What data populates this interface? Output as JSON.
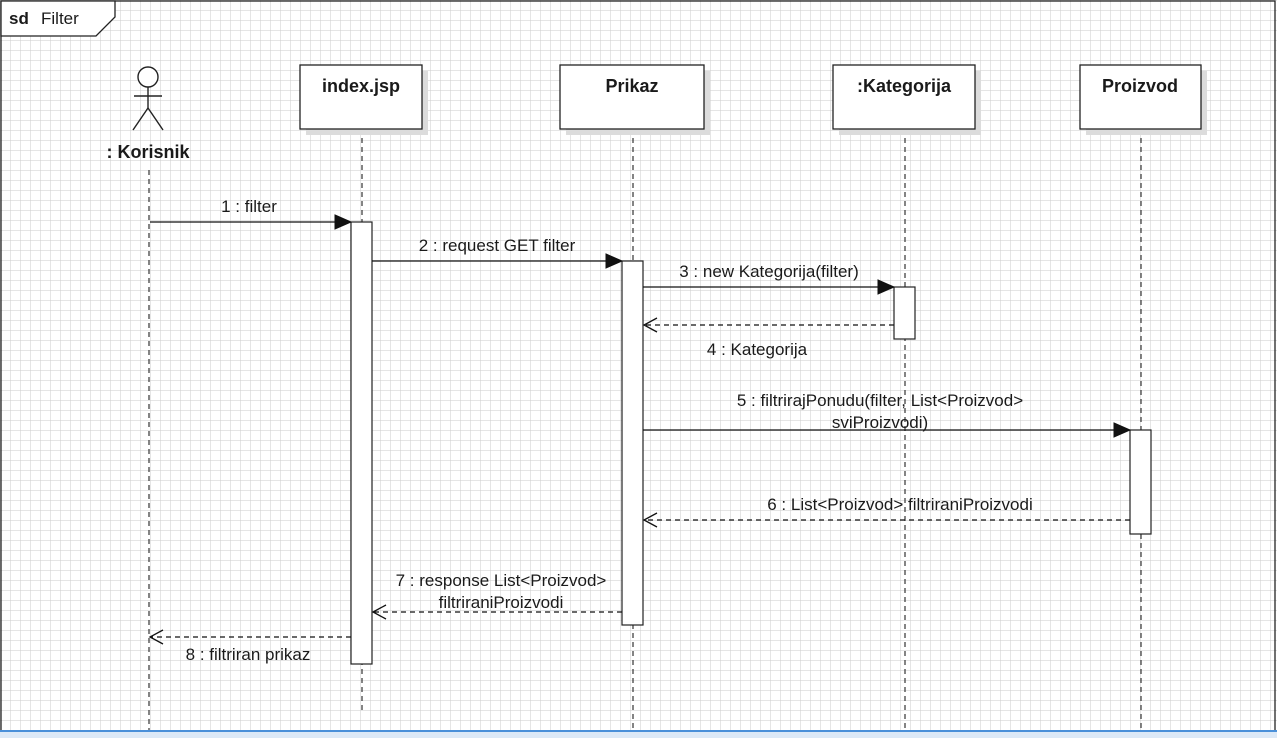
{
  "frame": {
    "keyword": "sd",
    "name": "Filter"
  },
  "participants": [
    {
      "id": "korisnik",
      "label": ": Korisnik",
      "kind": "actor"
    },
    {
      "id": "index",
      "label": "index.jsp",
      "kind": "box"
    },
    {
      "id": "prikaz",
      "label": "Prikaz",
      "kind": "box"
    },
    {
      "id": "kategorija",
      "label": ":Kategorija",
      "kind": "box"
    },
    {
      "id": "proizvod",
      "label": "Proizvod",
      "kind": "box"
    }
  ],
  "messages": [
    {
      "id": "m1",
      "lines": [
        "1 : filter"
      ],
      "type": "sync",
      "from": "korisnik",
      "to": "index"
    },
    {
      "id": "m2",
      "lines": [
        "2 : request GET filter"
      ],
      "type": "sync",
      "from": "index",
      "to": "prikaz"
    },
    {
      "id": "m3",
      "lines": [
        "3 : new Kategorija(filter)"
      ],
      "type": "sync",
      "from": "prikaz",
      "to": "kategorija"
    },
    {
      "id": "m4",
      "lines": [
        "4 : Kategorija"
      ],
      "type": "return",
      "from": "kategorija",
      "to": "prikaz"
    },
    {
      "id": "m5",
      "lines": [
        "5 : filtrirajPonudu(filter, List<Proizvod>",
        "sviProizvodi)"
      ],
      "type": "sync",
      "from": "prikaz",
      "to": "proizvod"
    },
    {
      "id": "m6",
      "lines": [
        "6 : List<Proizvod> filtriraniProizvodi"
      ],
      "type": "return",
      "from": "proizvod",
      "to": "prikaz"
    },
    {
      "id": "m7",
      "lines": [
        "7 : response List<Proizvod>",
        "filtriraniProizvodi"
      ],
      "type": "return",
      "from": "prikaz",
      "to": "index"
    },
    {
      "id": "m8",
      "lines": [
        "8 : filtriran prikaz"
      ],
      "type": "return",
      "from": "index",
      "to": "korisnik"
    }
  ]
}
